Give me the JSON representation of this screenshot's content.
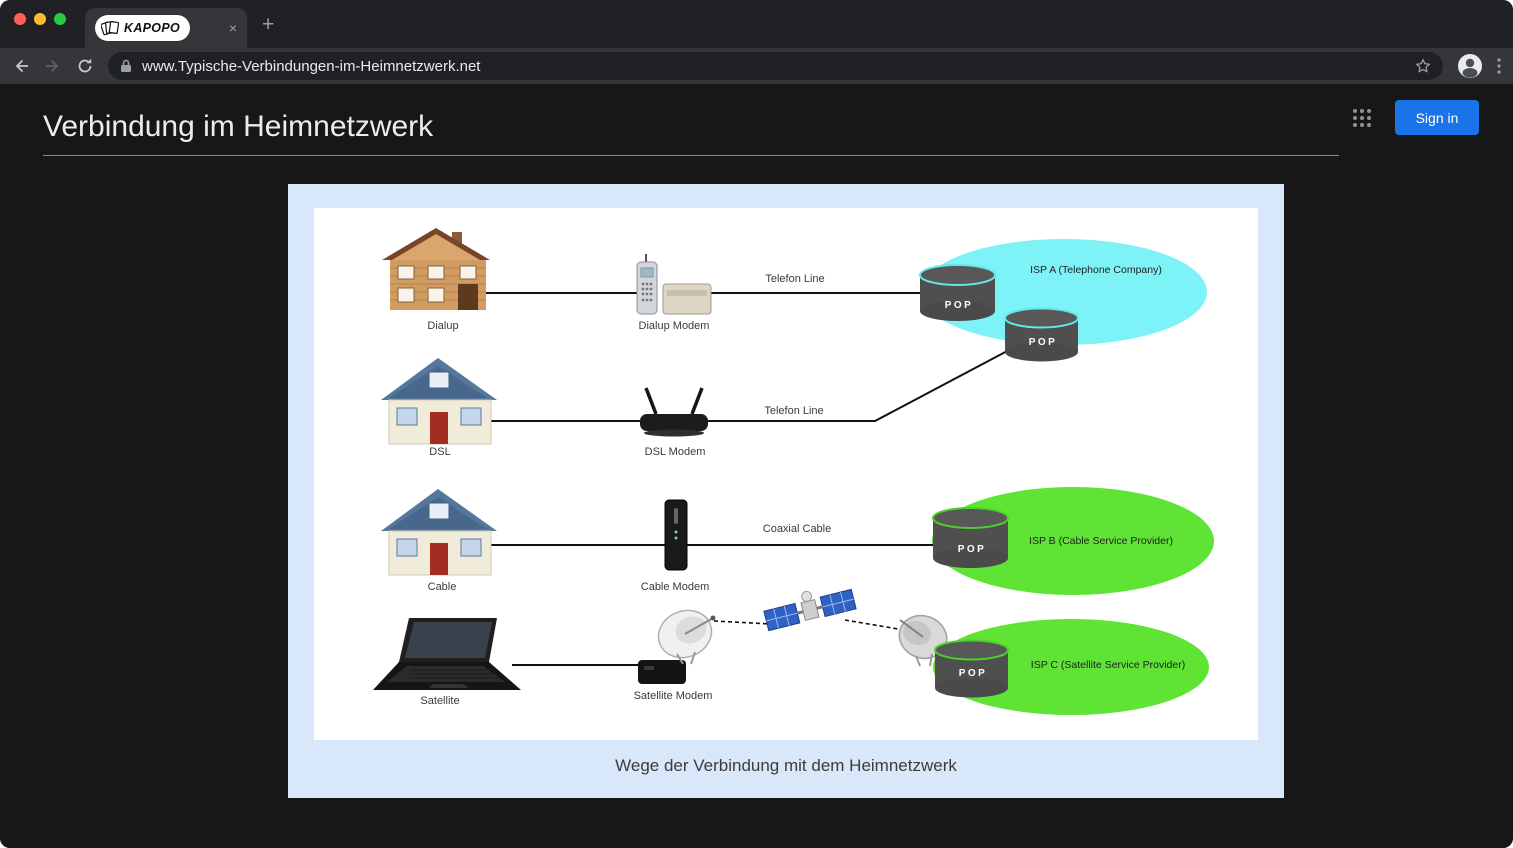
{
  "browser": {
    "tab_title": "KAPOPO",
    "url": "www.Typische-Verbindungen-im-Heimnetzwerk.net",
    "icons": {
      "close": "×",
      "new_tab": "+"
    }
  },
  "page": {
    "title": "Verbindung im Heimnetzwerk",
    "sign_in": "Sign in"
  },
  "diagram": {
    "caption": "Wege der Verbindung mit dem Heimnetzwerk",
    "pop_label": "POP",
    "rows": {
      "dialup": {
        "device": "Dialup",
        "modem": "Dialup Modem",
        "line_label": "Telefon Line",
        "isp": "ISP A (Telephone Company)"
      },
      "dsl": {
        "device": "DSL",
        "modem": "DSL Modem",
        "line_label": "Telefon Line"
      },
      "cable": {
        "device": "Cable",
        "modem": "Cable Modem",
        "line_label": "Coaxial Cable",
        "isp": "ISP B (Cable Service Provider)"
      },
      "satellite": {
        "device": "Satellite",
        "modem": "Satellite Modem",
        "isp": "ISP C (Satellite Service Provider)"
      }
    },
    "colors": {
      "isp_a_fill": "#7df2f7",
      "isp_bc_fill": "#5fe335",
      "panel_bg": "#d8e7fa",
      "accent_blue": "#1a73e8"
    }
  }
}
